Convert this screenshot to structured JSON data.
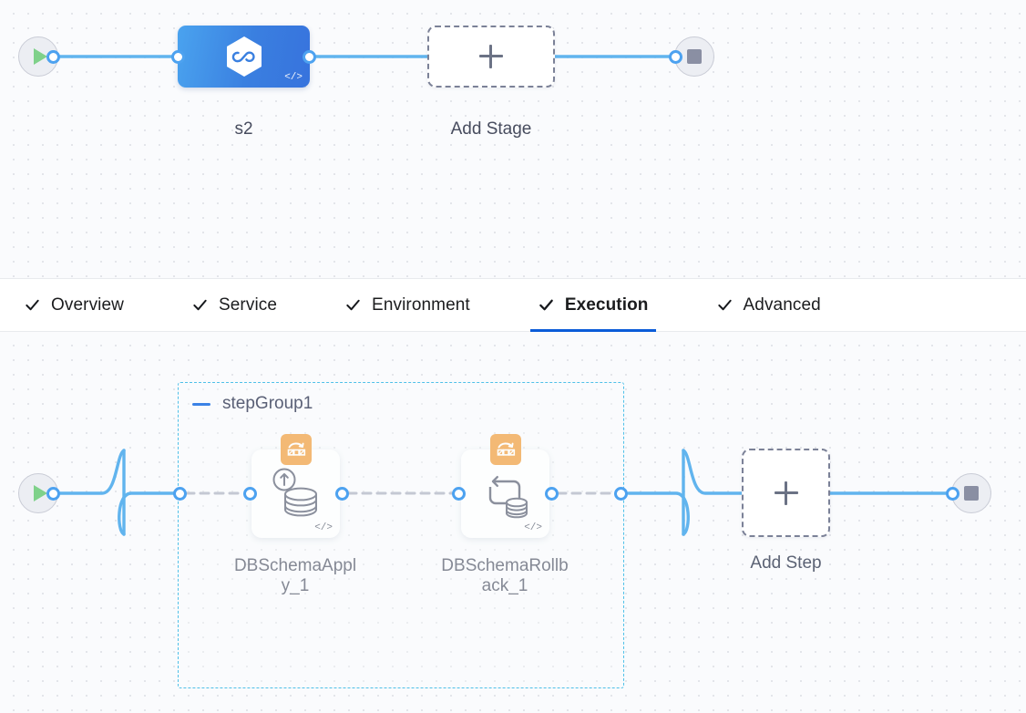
{
  "colors": {
    "canvas_bg": "#fafbfd",
    "grid_dot": "#e3e5ea",
    "edge_blue": "#61b4ee",
    "port_blue": "#4da2f0",
    "stage_gradient_from": "#4aa3ef",
    "stage_gradient_to": "#3773dd",
    "tab_active_underline": "#0b5cd8",
    "group_border": "#4fc0e8",
    "badge_orange": "#f0962d",
    "play_green": "#7fd18a",
    "stop_gray": "#8a8fa3",
    "dashed_edge_gray": "#a8adbd",
    "collapse_blue": "#3b82e6"
  },
  "stage_canvas": {
    "start_node": {
      "name": "pipeline-start",
      "icon": "play-icon"
    },
    "stage_node": {
      "label": "s2",
      "icon": "devops-infinity-hexagon-icon",
      "code_badge": "</>"
    },
    "add_stage_node": {
      "label": "Add Stage",
      "icon": "plus-icon"
    },
    "end_node": {
      "name": "pipeline-end",
      "icon": "stop-icon"
    }
  },
  "tabs": {
    "items": [
      {
        "label": "Overview",
        "icon": "check-icon",
        "active": false
      },
      {
        "label": "Service",
        "icon": "check-icon",
        "active": false
      },
      {
        "label": "Environment",
        "icon": "check-icon",
        "active": false
      },
      {
        "label": "Execution",
        "icon": "check-icon",
        "active": true
      },
      {
        "label": "Advanced",
        "icon": "check-icon",
        "active": false
      }
    ]
  },
  "step_canvas": {
    "start_node": {
      "name": "execution-start",
      "icon": "play-icon"
    },
    "step_group": {
      "label": "stepGroup1",
      "collapse_icon": "minus-icon",
      "collapsed": false
    },
    "steps": [
      {
        "label": "DBSchemaApply_1",
        "label_line1": "DBSchemaAppl",
        "label_line2": "y_1",
        "badge_icon": "liquibase-icon",
        "glyph_icon": "database-apply-icon",
        "code_badge": "</>"
      },
      {
        "label": "DBSchemaRollback_1",
        "label_line1": "DBSchemaRollb",
        "label_line2": "ack_1",
        "badge_icon": "liquibase-icon",
        "glyph_icon": "database-rollback-icon",
        "code_badge": "</>"
      }
    ],
    "add_step_node": {
      "label": "Add Step",
      "icon": "plus-icon"
    },
    "end_node": {
      "name": "execution-end",
      "icon": "stop-icon"
    }
  }
}
